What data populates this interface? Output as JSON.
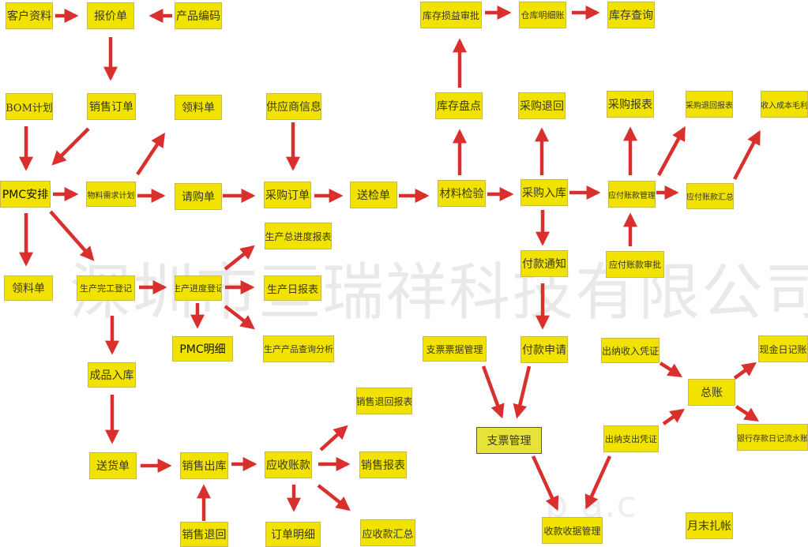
{
  "diagram": {
    "type": "erp-process-flowchart",
    "colors": {
      "box_fill": "#f1e200",
      "box_border": "#c7b94a",
      "arrow": "#d9302e",
      "watermark": "#e9e9e9"
    },
    "watermark": "深圳市亘瑞祥科技有限公司",
    "watermark_fragment": "b  a.c",
    "nodes": {
      "customer_info": "客户资料",
      "quotation": "报价单",
      "product_code": "产品编码",
      "bom_plan": "BOM计划",
      "sales_order": "销售订单",
      "material_req_top": "领料单",
      "supplier_info": "供应商信息",
      "pmc_schedule": "PMC安排",
      "mrp": "物料需求计划",
      "purchase_request": "请购单",
      "purchase_order": "采购订单",
      "inspection_form": "送检单",
      "material_inspection": "材料检验",
      "purchase_receipt": "采购入库",
      "ap_management": "应付账款管理",
      "ap_summary": "应付账款汇总",
      "stock_take": "库存盘点",
      "purchase_return": "采购退回",
      "purchase_report": "采购报表",
      "purchase_return_report": "采购退回报表",
      "income_cost_margin": "收入成本毛利",
      "inventory_adj_approval": "库存损益审批",
      "warehouse_ledger": "仓库明细账",
      "inventory_query": "库存查询",
      "material_req_left": "领料单",
      "production_completion": "生产完工登记",
      "production_progress": "生产进度登记",
      "production_total_report": "生产总进度报表",
      "production_daily_report": "生产日报表",
      "pmc_detail": "PMC明细",
      "production_query": "生产产品查询分析",
      "finished_goods_in": "成品入库",
      "delivery_note": "送货单",
      "sales_out": "销售出库",
      "ar": "应收账款",
      "sales_return_report": "销售退回报表",
      "sales_report": "销售报表",
      "ar_summary": "应收款汇总",
      "sales_return": "销售退回",
      "order_detail": "订单明细",
      "payment_notice": "付款通知",
      "ap_approval": "应付账款审批",
      "cheque_bill_mgmt": "支票票据管理",
      "payment_request": "付款申请",
      "cashier_income_voucher": "出纳收入凭证",
      "cash_journal": "现金日记账",
      "general_ledger": "总账",
      "cheque_mgmt": "支票管理",
      "cashier_expense_voucher": "出纳支出凭证",
      "bank_journal": "银行存款日记流水账",
      "receipt_mgmt": "收款收据管理",
      "month_end_close": "月末扎帐"
    }
  }
}
